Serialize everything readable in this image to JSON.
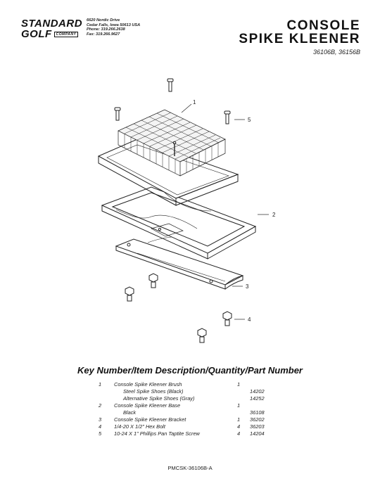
{
  "company": {
    "logo_line1": "STANDARD",
    "logo_line2": "GOLF",
    "logo_tag": "COMPANY",
    "address": [
      "6620 Nordic Drive",
      "Cedar Falls, Iowa  50613  USA",
      "Phone: 319.266.2638",
      "Fax: 319.266.9627"
    ]
  },
  "title": {
    "line1": "CONSOLE",
    "line2": "SPIKE KLEENER",
    "models": "36106B, 36156B"
  },
  "diagram": {
    "callouts": [
      "1",
      "2",
      "3",
      "4",
      "5"
    ]
  },
  "parts": {
    "heading": "Key Number/Item Description/Quantity/Part Number",
    "rows": [
      {
        "key": "1",
        "desc": "Console Spike Kleener Brush",
        "qty": "1",
        "part": "",
        "sub": false
      },
      {
        "key": "",
        "desc": "Steel Spike Shoes (Black)",
        "qty": "",
        "part": "14202",
        "sub": true
      },
      {
        "key": "",
        "desc": "Alternative Spike Shoes (Gray)",
        "qty": "",
        "part": "14252",
        "sub": true
      },
      {
        "key": "2",
        "desc": "Console Spike Kleener Base",
        "qty": "1",
        "part": "",
        "sub": false
      },
      {
        "key": "",
        "desc": "Black",
        "qty": "",
        "part": "36108",
        "sub": true
      },
      {
        "key": "3",
        "desc": "Console Spike Kleener Bracket",
        "qty": "1",
        "part": "36202",
        "sub": false
      },
      {
        "key": "4",
        "desc": "1/4-20 X 1/2\" Hex Bolt",
        "qty": "4",
        "part": "36203",
        "sub": false
      },
      {
        "key": "5",
        "desc": "10-24 X 1\" Phillips Pan Taptite Screw",
        "qty": "4",
        "part": "14204",
        "sub": false
      }
    ]
  },
  "footer": {
    "doc_code": "PMCSK-36106B-A"
  }
}
